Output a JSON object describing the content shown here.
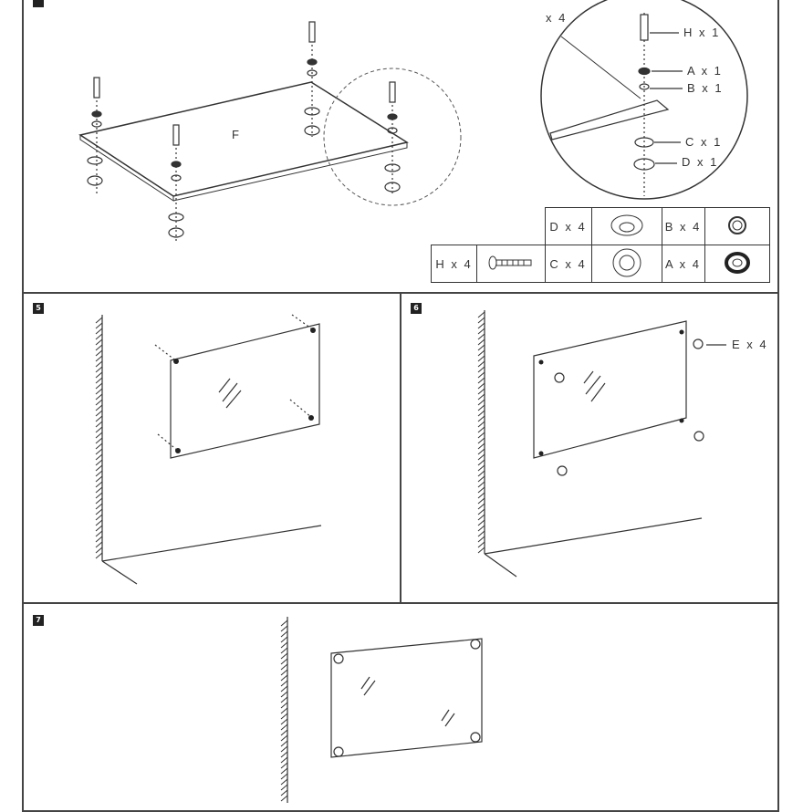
{
  "panel_top": {
    "part_label": "F",
    "detail_multiplier": "x 4",
    "callouts": [
      "H x 1",
      "A x 1",
      "B x 1",
      "C x 1",
      "D x 1"
    ]
  },
  "parts_table": {
    "row1": [
      {
        "label": "D x 4",
        "icon": "cap-icon"
      },
      {
        "label": "B x 4",
        "icon": "small-ring-icon"
      }
    ],
    "row2": [
      {
        "label": "H x 4",
        "icon": "screw-icon"
      },
      {
        "label": "C x 4",
        "icon": "washer-icon"
      },
      {
        "label": "A x 4",
        "icon": "dark-ring-icon"
      }
    ]
  },
  "steps": [
    {
      "number": "5"
    },
    {
      "number": "6",
      "callout": "E x 4"
    },
    {
      "number": "7"
    }
  ]
}
